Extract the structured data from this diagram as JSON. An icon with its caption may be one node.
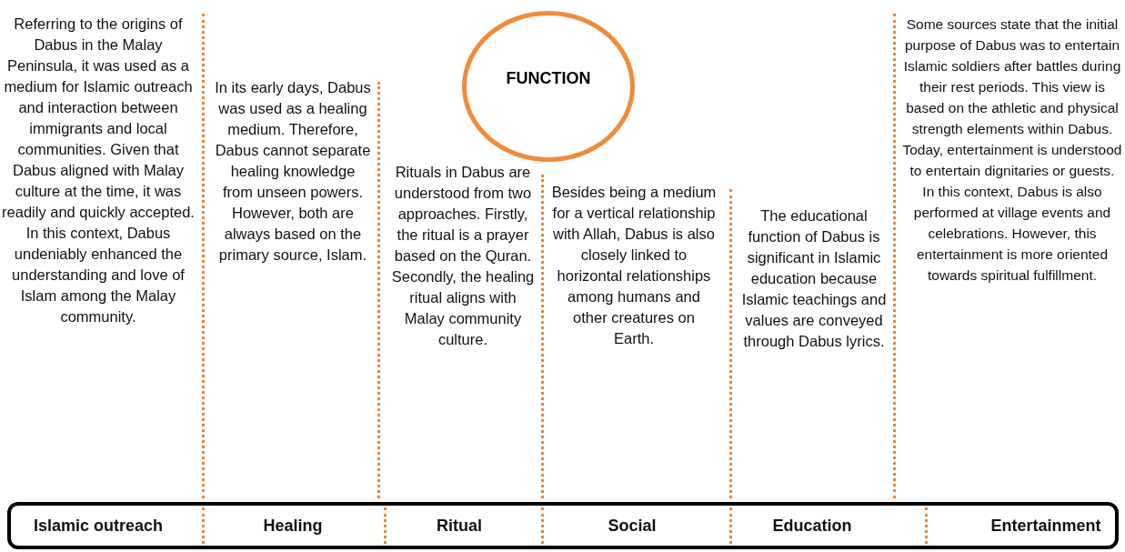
{
  "diagram": {
    "nodes": [
      {
        "text": [
          "FUNCTION"
        ]
      },
      {
        "text": [
          "Islamic outreach",
          "Healing",
          "Ritual",
          "Social",
          "Education",
          "Entertainment"
        ]
      }
    ],
    "labels": [
      "Referring to the origins of Dabus in the Malay Peninsula, it was used as a medium for Islamic outreach and interaction between immigrants and local communities. Given that Dabus aligned with Malay culture at the time, it was readily and quickly accepted. In this context, Dabus undeniably enhanced the understanding and love of Islam among the Malay community.",
      "In its early days, Dabus was used as a healing medium. Therefore, Dabus cannot separate healing knowledge from unseen powers. However, both are always based on the primary source, Islam.",
      "Rituals in Dabus are understood from two approaches. Firstly, the ritual is a prayer based on the Quran. Secondly, the healing ritual aligns with Malay community culture.",
      "Besides being a medium for a vertical relationship with Allah, Dabus is also closely linked to horizontal relationships among humans and other creatures on Earth.",
      "The educational function of Dabus is significant in Islamic education because Islamic teachings and values are conveyed through Dabus lyrics.",
      "Some sources state that the initial purpose of Dabus was to entertain Islamic soldiers after battles during their rest periods. This view is based on the athletic and physical strength elements within Dabus. Today, entertainment is understood to entertain dignitaries or guests. In this context, Dabus is also performed at village events and celebrations. However, this entertainment is more oriented towards spiritual fulfillment."
    ]
  }
}
